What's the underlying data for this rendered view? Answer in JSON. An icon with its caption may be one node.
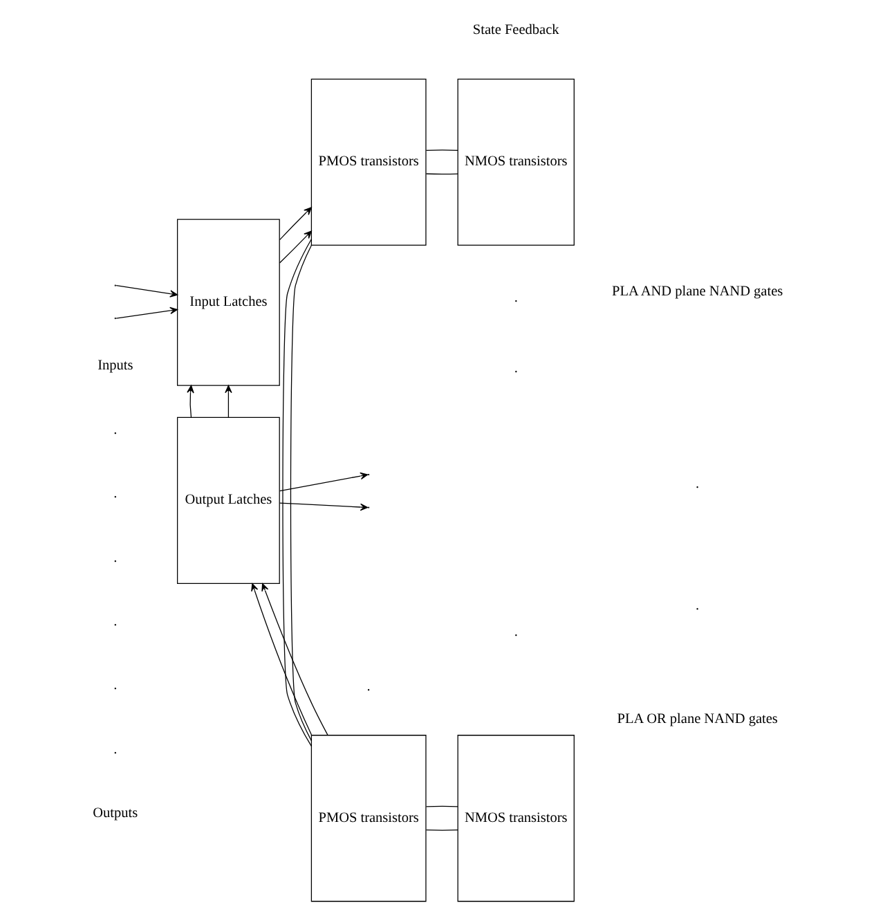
{
  "diagram": {
    "nodes": [
      {
        "text": [
          "Input Latches"
        ]
      },
      {
        "text": [
          "PMOS transistors"
        ]
      },
      {
        "text": [
          "NMOS transistors"
        ]
      },
      {
        "text": [
          "Output Latches"
        ]
      },
      {
        "text": [
          "PMOS transistors"
        ]
      },
      {
        "text": [
          "NMOS transistors"
        ]
      }
    ],
    "edges": [
      {
        "from": null,
        "to": 0,
        "arrow": "to"
      },
      {
        "from": null,
        "to": 0,
        "arrow": "to"
      },
      {
        "from": 0,
        "to": 1,
        "arrow": "to"
      },
      {
        "from": 0,
        "to": 1,
        "arrow": "to"
      },
      {
        "from": 1,
        "to": 2,
        "arrow": "none"
      },
      {
        "from": 1,
        "to": 2,
        "arrow": "none"
      },
      {
        "from": 1,
        "to": 4,
        "arrow": "none"
      },
      {
        "from": 1,
        "to": 4,
        "arrow": "none"
      },
      {
        "from": 3,
        "to": 0,
        "arrow": "to"
      },
      {
        "from": 3,
        "to": 0,
        "arrow": "to"
      },
      {
        "from": 4,
        "to": 3,
        "arrow": "to"
      },
      {
        "from": 4,
        "to": 3,
        "arrow": "to"
      },
      {
        "from": 4,
        "to": 5,
        "arrow": "none"
      },
      {
        "from": 4,
        "to": 5,
        "arrow": "none"
      },
      {
        "from": 3,
        "to": null,
        "arrow": "to"
      },
      {
        "from": 3,
        "to": null,
        "arrow": "to"
      }
    ],
    "labels": [
      "Inputs",
      ".",
      ".",
      ".",
      ".",
      ".",
      ".",
      "State Feedback",
      "PLA AND plane NAND gates",
      ".",
      ".",
      ".",
      ".",
      ".",
      ".",
      "PLA OR plane NAND gates",
      "Outputs"
    ]
  }
}
